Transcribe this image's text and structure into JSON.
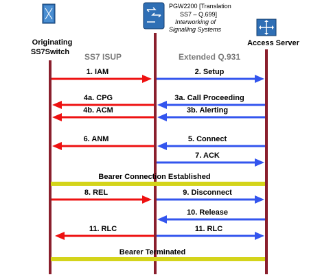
{
  "nodes": {
    "originating": {
      "line1": "Originating",
      "line2": "SS7Switch",
      "icon": "switch-icon"
    },
    "pgw": {
      "line1": "PGW2200 [Translation",
      "line2": "SS7 – Q.699]",
      "line3": "Interworking of",
      "line4": "Signalling Systems",
      "icon": "router-icon"
    },
    "access_server": {
      "label": "Access Server",
      "icon": "access-server-icon"
    }
  },
  "protocols": {
    "left": "SS7 ISUP",
    "right": "Extended Q.931"
  },
  "messages": [
    {
      "label": "1. IAM",
      "color": "#ee1111",
      "dir": "right"
    },
    {
      "label": "2. Setup",
      "color": "#3355ee",
      "dir": "right"
    },
    {
      "label": "4a. CPG",
      "color": "#ee1111",
      "dir": "left"
    },
    {
      "label": "3a. Call Proceeding",
      "color": "#3355ee",
      "dir": "left"
    },
    {
      "label": "4b. ACM",
      "color": "#ee1111",
      "dir": "left"
    },
    {
      "label": "3b. Alerting",
      "color": "#3355ee",
      "dir": "left"
    },
    {
      "label": "6. ANM",
      "color": "#ee1111",
      "dir": "left"
    },
    {
      "label": "5. Connect",
      "color": "#3355ee",
      "dir": "left"
    },
    {
      "label": "7. ACK",
      "color": "#3355ee",
      "dir": "right"
    },
    {
      "label": "8. REL",
      "color": "#ee1111",
      "dir": "right"
    },
    {
      "label": "9. Disconnect",
      "color": "#3355ee",
      "dir": "right"
    },
    {
      "label": "10. Release",
      "color": "#3355ee",
      "dir": "left"
    },
    {
      "label": "11. RLC",
      "color": "#ee1111",
      "dir": "left"
    },
    {
      "label": "11. RLC",
      "color": "#3355ee",
      "dir": "right"
    }
  ],
  "bars": [
    {
      "label": "Bearer Connection Established",
      "color": "#d4d41a"
    },
    {
      "label": "Bearer Terminated",
      "color": "#d4d41a"
    }
  ],
  "colors": {
    "lifeline": "#8a1f2d",
    "protocol_header": "#7a7a7a",
    "ss7_arrow": "#ee1111",
    "q931_arrow": "#3355ee"
  }
}
